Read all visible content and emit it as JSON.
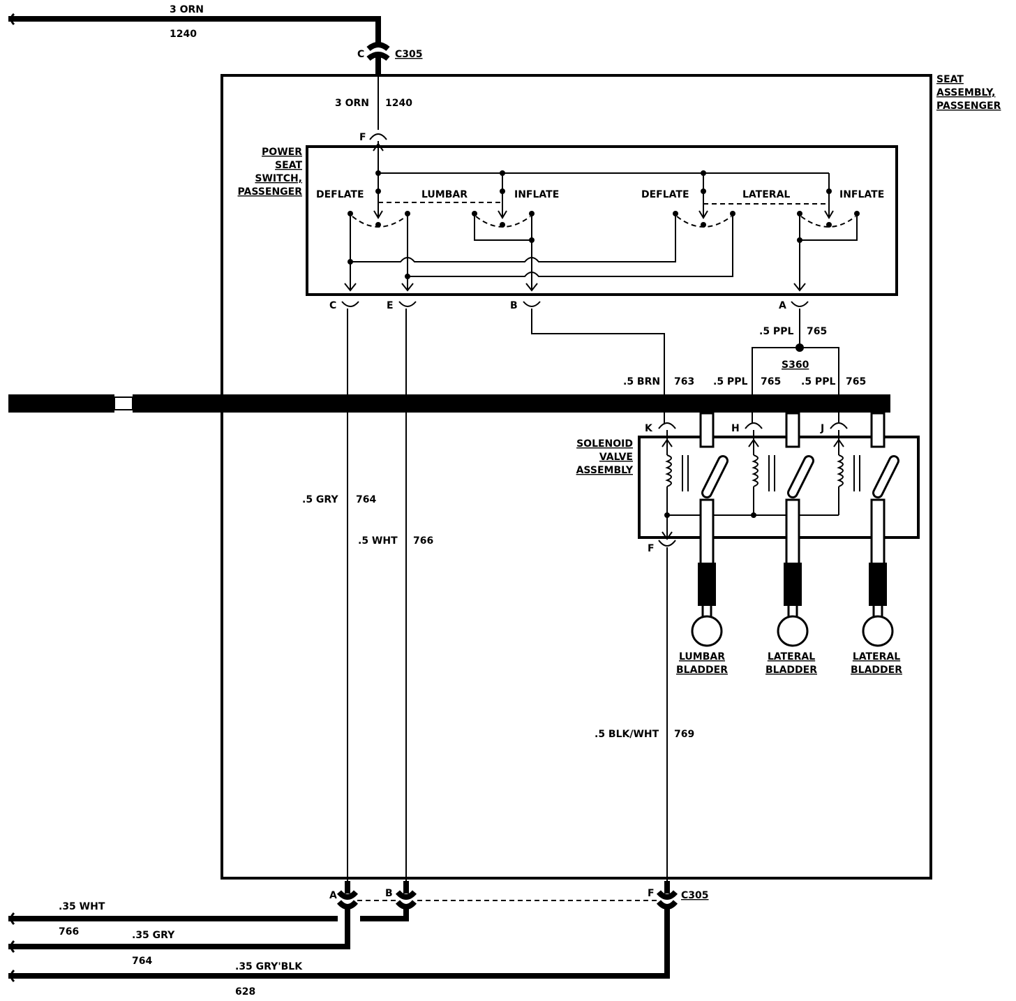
{
  "top_wire": {
    "color": "3 ORN",
    "circuit": "1240"
  },
  "connector_c305_top": {
    "pin": "C",
    "name": "C305"
  },
  "seat_assembly": {
    "label": [
      "SEAT",
      "ASSEMBLY,",
      "PASSENGER"
    ]
  },
  "feed_wire": {
    "color": "3 ORN",
    "circuit": "1240",
    "pin": "F"
  },
  "power_seat_switch": {
    "label": [
      "POWER",
      "SEAT",
      "SWITCH,",
      "PASSENGER"
    ],
    "lumbar": {
      "deflate": "DEFLATE",
      "name": "LUMBAR",
      "inflate": "INFLATE"
    },
    "lateral": {
      "deflate": "DEFLATE",
      "name": "LATERAL",
      "inflate": "INFLATE"
    },
    "pins": [
      "C",
      "E",
      "B",
      "A"
    ]
  },
  "wires": {
    "a_ppl": {
      "color": ".5 PPL",
      "circuit": "765"
    },
    "splice": "S360",
    "brn": {
      "color": ".5 BRN",
      "circuit": "763"
    },
    "ppl1": {
      "color": ".5 PPL",
      "circuit": "765"
    },
    "ppl2": {
      "color": ".5 PPL",
      "circuit": "765"
    },
    "gry": {
      "color": ".5 GRY",
      "circuit": "764"
    },
    "wht": {
      "color": ".5 WHT",
      "circuit": "766"
    },
    "blkwht": {
      "color": ".5 BLK/WHT",
      "circuit": "769"
    }
  },
  "solenoid_valve": {
    "label": [
      "SOLENOID",
      "VALVE",
      "ASSEMBLY"
    ],
    "pins": [
      "K",
      "H",
      "J",
      "F"
    ]
  },
  "bladders": [
    {
      "line1": "LUMBAR",
      "line2": "BLADDER"
    },
    {
      "line1": "LATERAL",
      "line2": "BLADDER"
    },
    {
      "line1": "LATERAL",
      "line2": "BLADDER"
    }
  ],
  "connector_c305_bottom": {
    "pins": [
      "A",
      "B",
      "F"
    ],
    "name": "C305"
  },
  "bottom_wires": [
    {
      "color": ".35 WHT",
      "circuit": "766"
    },
    {
      "color": ".35 GRY",
      "circuit": "764"
    },
    {
      "color": ".35 GRY'BLK",
      "circuit": "628"
    }
  ]
}
